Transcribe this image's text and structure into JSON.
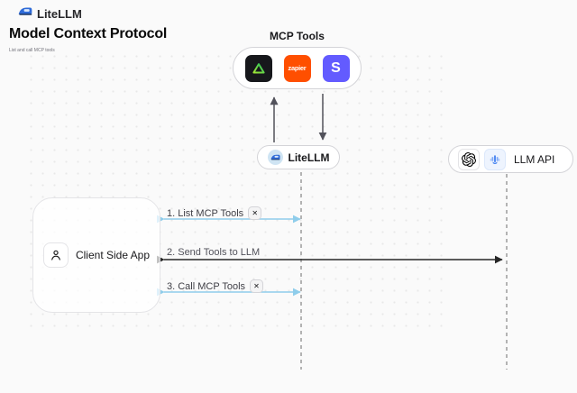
{
  "header": {
    "logo_text": "LiteLLM"
  },
  "page": {
    "title": "Model Context Protocol",
    "subtitle": "List and call MCP tools"
  },
  "mcp_tools": {
    "label": "MCP Tools",
    "zapier_text": "zapier",
    "stripe_text": "S"
  },
  "nodes": {
    "litellm_label": "LiteLLM",
    "llm_api_label": "LLM API",
    "client_label": "Client Side App"
  },
  "sequence": {
    "steps": [
      {
        "label": "1. List MCP Tools"
      },
      {
        "label": "2. Send Tools to LLM"
      },
      {
        "label": "3. Call MCP Tools"
      }
    ],
    "tools_icon_glyph": "✕"
  },
  "colors": {
    "background": "#fafafa",
    "blue_arrow": "#8fcdeb",
    "dark_arrow": "#262626",
    "connector_gray": "#52525b",
    "lifeline_gray": "#b3b3b3",
    "zapier_orange": "#ff4f00",
    "stripe_indigo": "#635bff",
    "tool_tile_black": "#17181c",
    "triangle_green": "#4ade80",
    "litellm_blue": "#2f6bd8"
  }
}
